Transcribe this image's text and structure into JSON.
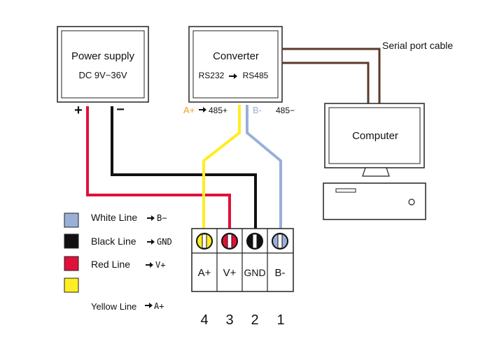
{
  "power_supply": {
    "title": "Power supply",
    "voltage": "DC 9V~36V",
    "plus": "+",
    "minus": "−"
  },
  "converter": {
    "title": "Converter",
    "rs232": "RS232",
    "rs485": "RS485",
    "a_plus": "A+",
    "p485_plus": "485+",
    "b_minus": "B-",
    "p485_minus": "485−"
  },
  "serial_cable": "Serial port cable",
  "computer": {
    "label": "Computer"
  },
  "legend": [
    {
      "name": "White Line",
      "arrow_text": "B−",
      "color": "#98b0d8"
    },
    {
      "name": "Black Line",
      "arrow_text": "GND",
      "color": "#111111"
    },
    {
      "name": "Red Line",
      "arrow_text": "V+",
      "color": "#e0103a"
    },
    {
      "name": "Yellow Line",
      "arrow_text": "A+",
      "color": "#ffee22"
    }
  ],
  "terminal": {
    "labels": [
      "A+",
      "V+",
      "GND",
      "B-"
    ],
    "numbers": [
      "4",
      "3",
      "2",
      "1"
    ],
    "colors": [
      "#ffee22",
      "#e0103a",
      "#111111",
      "#98b0d8"
    ]
  },
  "colors": {
    "red_wire": "#e0103a",
    "black_wire": "#111111",
    "yellow_wire": "#ffee22",
    "blue_wire": "#98b0d8",
    "cable": "#5a3a2a",
    "accent_orange": "#f0a020",
    "accent_blue": "#98b0d8"
  }
}
